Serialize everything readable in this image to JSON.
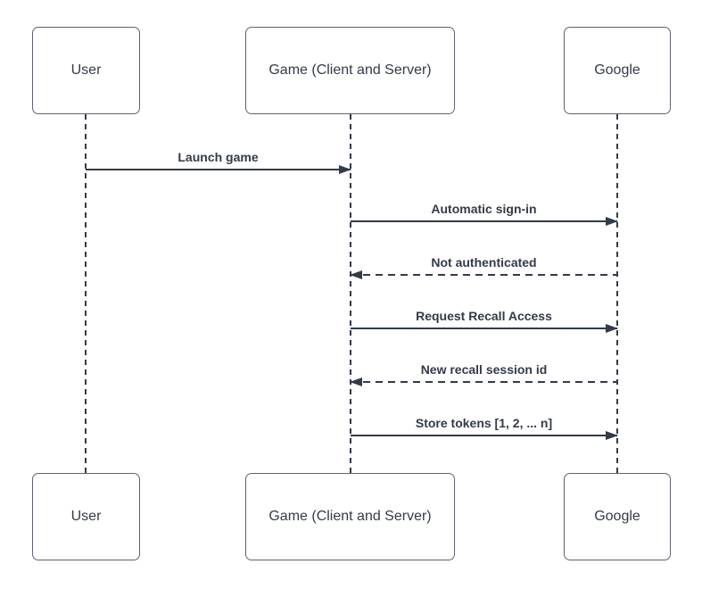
{
  "diagram": {
    "type": "sequence",
    "colors": {
      "stroke": "#333B49",
      "text": "#333B49",
      "box_border": "#5C6370",
      "box_fill": "#FFFFFF",
      "background": "#FFFFFF"
    },
    "actors": [
      {
        "id": "user",
        "label": "User"
      },
      {
        "id": "game",
        "label": "Game (Client and Server)"
      },
      {
        "id": "google",
        "label": "Google"
      }
    ],
    "messages": [
      {
        "from": "user",
        "to": "game",
        "label": "Launch game",
        "style": "solid"
      },
      {
        "from": "game",
        "to": "google",
        "label": "Automatic sign-in",
        "style": "solid"
      },
      {
        "from": "google",
        "to": "game",
        "label": "Not authenticated",
        "style": "dashed"
      },
      {
        "from": "game",
        "to": "google",
        "label": "Request Recall Access",
        "style": "solid"
      },
      {
        "from": "google",
        "to": "game",
        "label": "New recall session id",
        "style": "dashed"
      },
      {
        "from": "game",
        "to": "google",
        "label": "Store tokens [1, 2, ... n]",
        "style": "solid"
      }
    ]
  }
}
